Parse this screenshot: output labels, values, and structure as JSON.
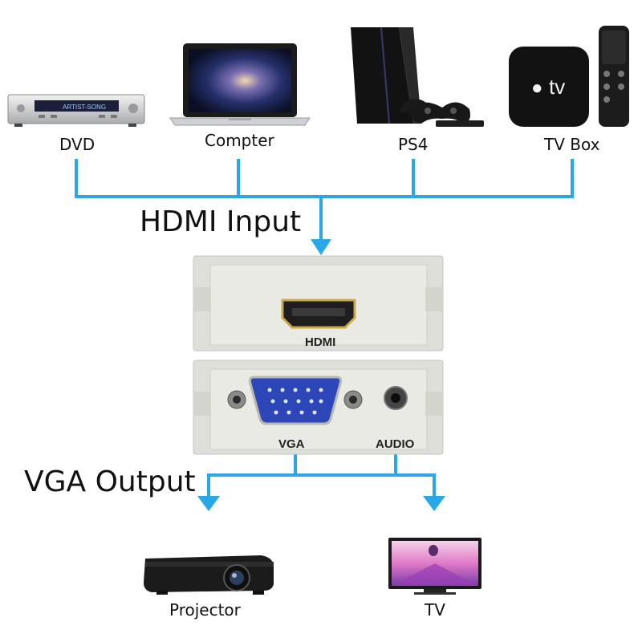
{
  "sources": [
    {
      "label": "DVD",
      "icon": "dvd-player-icon"
    },
    {
      "label": "Compter",
      "icon": "laptop-icon"
    },
    {
      "label": "PS4",
      "icon": "game-console-icon"
    },
    {
      "label": "TV Box",
      "icon": "tv-box-icon"
    }
  ],
  "tvbox_brand_text": "tv",
  "dvd_display_text": "ARTIST-SONG",
  "input_label": "HDMI Input",
  "output_label": "VGA Output",
  "converter": {
    "hdmi_port_label": "HDMI",
    "vga_port_label": "VGA",
    "audio_port_label": "AUDIO"
  },
  "destinations": [
    {
      "label": "Projector",
      "icon": "projector-icon"
    },
    {
      "label": "TV",
      "icon": "television-icon"
    }
  ],
  "colors": {
    "connector_line": "#2aa7e6",
    "device_body": "#dcddd6",
    "vga_port": "#2d46b8"
  }
}
